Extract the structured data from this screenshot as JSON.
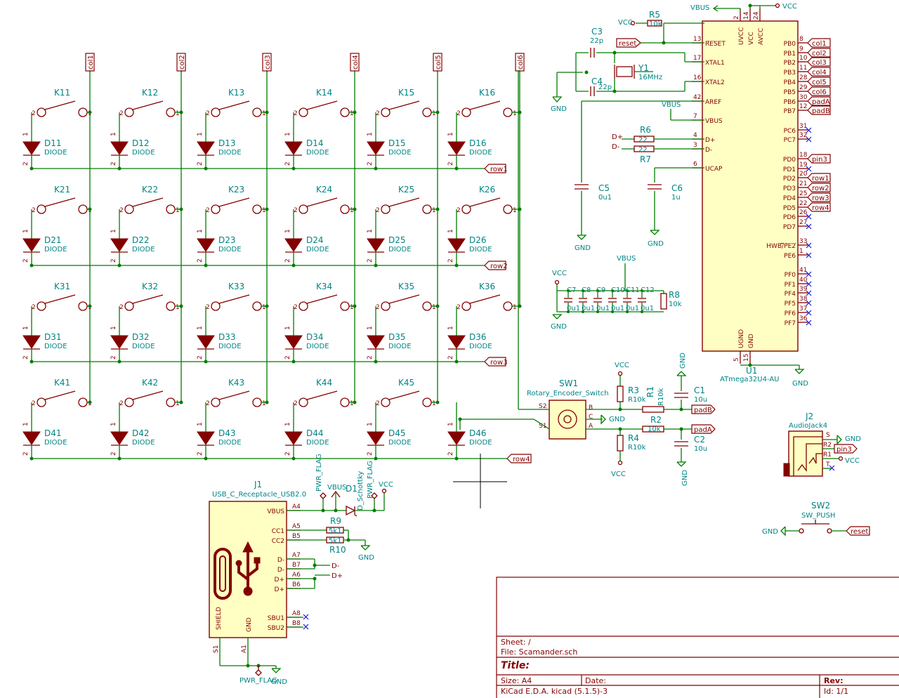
{
  "diagram": {
    "kind": "kicad-schematic",
    "colors": {
      "wire": "#007d00",
      "component": "#840000",
      "body_fill": "#ffffc3",
      "reference": "#008484"
    },
    "columns": [
      "col1",
      "col2",
      "col3",
      "col4",
      "col5",
      "col6"
    ],
    "rows": [
      "row1",
      "row2",
      "row3",
      "row4"
    ],
    "switches": [
      [
        "K11",
        "K12",
        "K13",
        "K14",
        "K15",
        "K16"
      ],
      [
        "K21",
        "K22",
        "K23",
        "K24",
        "K25",
        "K26"
      ],
      [
        "K31",
        "K32",
        "K33",
        "K34",
        "K35",
        "K36"
      ],
      [
        "K41",
        "K42",
        "K43",
        "K44",
        "K45"
      ]
    ],
    "diodes": [
      [
        "D11",
        "D12",
        "D13",
        "D14",
        "D15",
        "D16"
      ],
      [
        "D21",
        "D22",
        "D23",
        "D24",
        "D25",
        "D26"
      ],
      [
        "D31",
        "D32",
        "D33",
        "D34",
        "D35",
        "D36"
      ],
      [
        "D41",
        "D42",
        "D43",
        "D44",
        "D45",
        "D46"
      ]
    ],
    "diode_value": "DIODE",
    "pin_labels": {
      "one": "1",
      "two": "2"
    },
    "mcu": {
      "ref": "U1",
      "value": "ATmega32U4-AU",
      "top_pins": [
        {
          "name": "UVCC",
          "num": "2"
        },
        {
          "name": "VCC",
          "num": "14"
        },
        {
          "name": "AVCC",
          "num": "24"
        }
      ],
      "bottom_pins": [
        {
          "name": "UGND",
          "num": "5"
        },
        {
          "name": "GND",
          "num": "15"
        }
      ],
      "left_pins": [
        {
          "name": "RESET",
          "num": "13"
        },
        {
          "name": "XTAL1",
          "num": "17"
        },
        {
          "name": "XTAL2",
          "num": "16"
        },
        {
          "name": "AREF",
          "num": "42"
        },
        {
          "name": "VBUS",
          "num": "7"
        },
        {
          "name": "D+",
          "num": "4"
        },
        {
          "name": "D-",
          "num": "3"
        },
        {
          "name": "UCAP",
          "num": "6"
        }
      ],
      "right_pins": [
        {
          "name": "PB0",
          "num": "8",
          "net": "col1"
        },
        {
          "name": "PB1",
          "num": "9",
          "net": "col2"
        },
        {
          "name": "PB2",
          "num": "10",
          "net": "col3"
        },
        {
          "name": "PB3",
          "num": "11",
          "net": "col4"
        },
        {
          "name": "PB4",
          "num": "28",
          "net": "col5"
        },
        {
          "name": "PB5",
          "num": "29",
          "net": "col6"
        },
        {
          "name": "PB6",
          "num": "30",
          "net": "padA"
        },
        {
          "name": "PB7",
          "num": "12",
          "net": "padB"
        },
        {
          "name": "PC6",
          "num": "31",
          "net": ""
        },
        {
          "name": "PC7",
          "num": "32",
          "net": ""
        },
        {
          "name": "PD0",
          "num": "18",
          "net": "pin3"
        },
        {
          "name": "PD1",
          "num": "19",
          "net": ""
        },
        {
          "name": "PD2",
          "num": "20",
          "net": "row1"
        },
        {
          "name": "PD3",
          "num": "21",
          "net": "row2"
        },
        {
          "name": "PD4",
          "num": "25",
          "net": "row3"
        },
        {
          "name": "PD5",
          "num": "22",
          "net": "row4"
        },
        {
          "name": "PD6",
          "num": "26",
          "net": ""
        },
        {
          "name": "PD7",
          "num": "27",
          "net": ""
        },
        {
          "name": "HWB/PE2",
          "num": "33",
          "net": ""
        },
        {
          "name": "PE6",
          "num": "1",
          "net": ""
        },
        {
          "name": "PF0",
          "num": "41",
          "net": ""
        },
        {
          "name": "PF1",
          "num": "40",
          "net": ""
        },
        {
          "name": "PF4",
          "num": "39",
          "net": ""
        },
        {
          "name": "PF5",
          "num": "38",
          "net": ""
        },
        {
          "name": "PF6",
          "num": "37",
          "net": ""
        },
        {
          "name": "PF7",
          "num": "36",
          "net": ""
        }
      ]
    },
    "parts": {
      "r5": {
        "ref": "R5",
        "value": "10k"
      },
      "c3": {
        "ref": "C3",
        "value": "22p"
      },
      "c4": {
        "ref": "C4",
        "value": "22p"
      },
      "y1": {
        "ref": "Y1",
        "value": "16MHz"
      },
      "r6": {
        "ref": "R6",
        "value": "22"
      },
      "r7": {
        "ref": "R7",
        "value": "22"
      },
      "c5": {
        "ref": "C5",
        "value": "0u1"
      },
      "c6": {
        "ref": "C6",
        "value": "1u"
      },
      "r8": {
        "ref": "R8",
        "value": "10k"
      },
      "cbank": {
        "refs": [
          "C7",
          "C8",
          "C9",
          "C10",
          "C11",
          "C12"
        ],
        "value": "0u1"
      },
      "sw1": {
        "ref": "SW1",
        "value": "Rotary_Encoder_Switch",
        "pins": [
          "S2",
          "S1",
          "B",
          "C",
          "A"
        ]
      },
      "r1": {
        "ref": "R1",
        "value": "R10k"
      },
      "r2": {
        "ref": "R2",
        "value": "10k"
      },
      "r3": {
        "ref": "R3",
        "value": "R10k"
      },
      "r4": {
        "ref": "R4",
        "value": "R10k"
      },
      "c1": {
        "ref": "C1",
        "value": "10u"
      },
      "c2": {
        "ref": "C2",
        "value": "10u"
      },
      "j1": {
        "ref": "J1",
        "value": "USB_C_Receptacle_USB2.0",
        "pins": [
          {
            "name": "VBUS",
            "num": "A4"
          },
          {
            "name": "CC1",
            "num": "A5"
          },
          {
            "name": "CC2",
            "num": "B5"
          },
          {
            "name": "D-",
            "num": "A7"
          },
          {
            "name": "D-",
            "num": "B7"
          },
          {
            "name": "D+",
            "num": "A6"
          },
          {
            "name": "D+",
            "num": "B6"
          },
          {
            "name": "SBU1",
            "num": "A8"
          },
          {
            "name": "SBU2",
            "num": "B8"
          }
        ],
        "shield": "SHIELD",
        "gnd": "GND",
        "s1": "S1",
        "a1": "A1"
      },
      "r9": {
        "ref": "R9",
        "value": "5k1"
      },
      "r10": {
        "ref": "R10",
        "value": "5k1"
      },
      "d1": {
        "ref": "D1",
        "value": "D_Schottky"
      },
      "j2": {
        "ref": "J2",
        "value": "AudioJack4",
        "pins": [
          "S",
          "R2",
          "R1",
          "T"
        ]
      },
      "sw2": {
        "ref": "SW2",
        "value": "SW_PUSH"
      }
    },
    "nets": {
      "vcc": "VCC",
      "vbus": "VBUS",
      "gnd": "GND",
      "pwr_flag": "PWR_FLAG",
      "reset": "reset",
      "dplus": "D+",
      "dminus": "D-",
      "padA": "padA",
      "padB": "padB",
      "pin3": "pin3"
    },
    "title_block": {
      "sheet": "Sheet: /",
      "file": "File: Scamander.sch",
      "title": "Title:",
      "size": "Size: A4",
      "date": "Date:",
      "rev": "Rev:",
      "tool": "KiCad E.D.A.  kicad (5.1.5)-3",
      "id": "Id: 1/1"
    }
  }
}
